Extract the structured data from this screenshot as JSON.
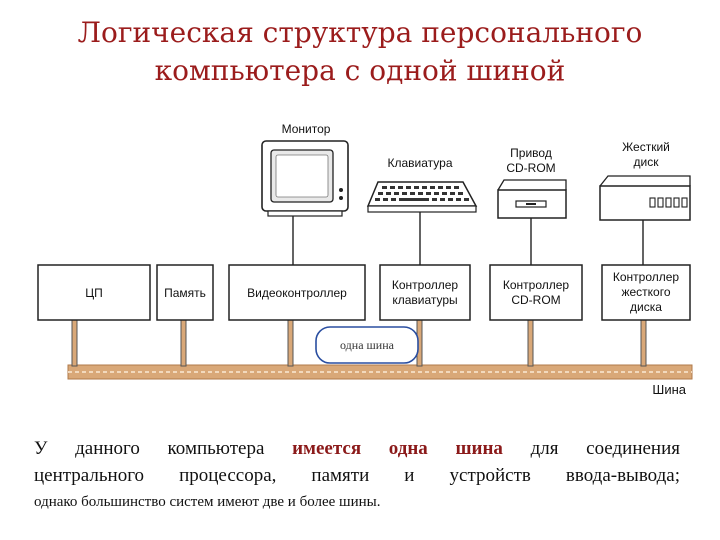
{
  "title": {
    "line1": "Логическая структура персонального",
    "line2": "компьютера с одной шиной"
  },
  "devices": {
    "monitor": "Монитор",
    "keyboard": "Клавиатура",
    "cdrom_drive_line1": "Привод",
    "cdrom_drive_line2": "CD-ROM",
    "hdd_line1": "Жесткий",
    "hdd_line2": "диск"
  },
  "blocks": {
    "cpu": "ЦП",
    "memory": "Память",
    "video": "Видеоконтроллер",
    "kbd_ctrl_line1": "Контроллер",
    "kbd_ctrl_line2": "клавиатуры",
    "cd_ctrl_line1": "Контроллер",
    "cd_ctrl_line2": "CD-ROM",
    "hdd_ctrl_line1": "Контроллер",
    "hdd_ctrl_line2": "жесткого",
    "hdd_ctrl_line3": "диска"
  },
  "bus_label": "Шина",
  "callout": "одна шина",
  "caption": {
    "part1": "У данного компьютера ",
    "highlight": "имеется одна шина",
    "part2": " для соединения",
    "line2": "центрального процессора, памяти и устройств ввода-вывода;",
    "line3": "однако большинство систем имеют две и более шины."
  },
  "colors": {
    "title": "#9b1c1c",
    "bus": "#d9a878",
    "highlight": "#8b1a1a"
  }
}
